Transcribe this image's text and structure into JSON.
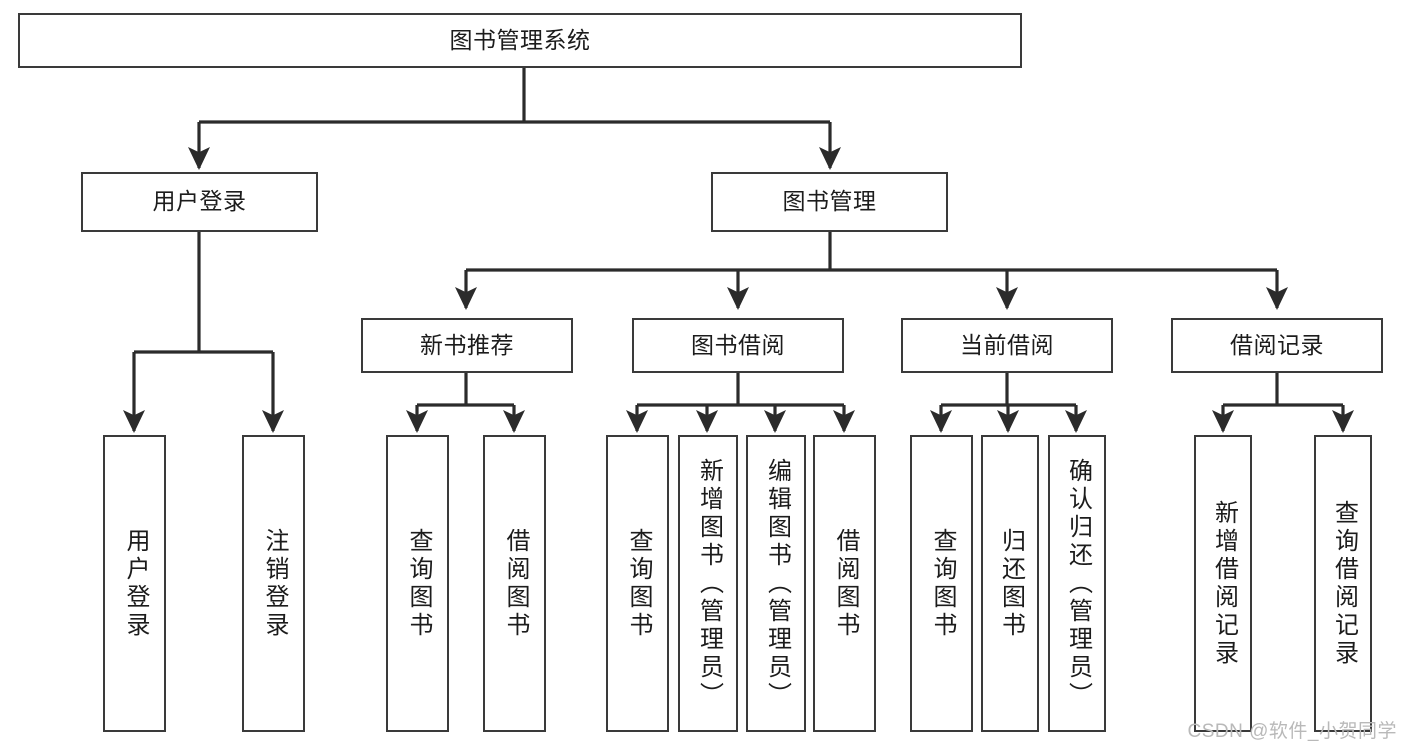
{
  "diagram": {
    "title": "图书管理系统",
    "type": "tree",
    "watermark": "CSDN @软件_小贺同学",
    "colors": {
      "border": "#3a3a3a",
      "fill": "#ffffff",
      "text": "#1c1c1c",
      "edge": "#2b2b2b",
      "watermark": "#b9b9b9"
    },
    "nodes": {
      "root": {
        "label": "图书管理系统"
      },
      "level1": [
        {
          "id": "user-login",
          "label": "用户登录"
        },
        {
          "id": "book-manage",
          "label": "图书管理"
        }
      ],
      "level2": [
        {
          "id": "new-book-recommend",
          "label": "新书推荐"
        },
        {
          "id": "book-borrow",
          "label": "图书借阅"
        },
        {
          "id": "current-borrow",
          "label": "当前借阅"
        },
        {
          "id": "borrow-record",
          "label": "借阅记录"
        }
      ],
      "leaves": {
        "user-login": [
          {
            "id": "leaf-user-login",
            "label": "用户登录"
          },
          {
            "id": "leaf-logout-login",
            "label": "注销登录"
          }
        ],
        "new-book-recommend": [
          {
            "id": "leaf-query-book-1",
            "label": "查询图书"
          },
          {
            "id": "leaf-borrow-book-1",
            "label": "借阅图书"
          }
        ],
        "book-borrow": [
          {
            "id": "leaf-query-book-2",
            "label": "查询图书"
          },
          {
            "id": "leaf-add-book-admin",
            "label": "新增图书（管理员）"
          },
          {
            "id": "leaf-edit-book-admin",
            "label": "编辑图书（管理员）"
          },
          {
            "id": "leaf-borrow-book-2",
            "label": "借阅图书"
          }
        ],
        "current-borrow": [
          {
            "id": "leaf-query-book-3",
            "label": "查询图书"
          },
          {
            "id": "leaf-return-book",
            "label": "归还图书"
          },
          {
            "id": "leaf-confirm-return-admin",
            "label": "确认归还（管理员）"
          }
        ],
        "borrow-record": [
          {
            "id": "leaf-add-borrow-record",
            "label": "新增借阅记录"
          },
          {
            "id": "leaf-query-borrow-record",
            "label": "查询借阅记录"
          }
        ]
      }
    }
  }
}
